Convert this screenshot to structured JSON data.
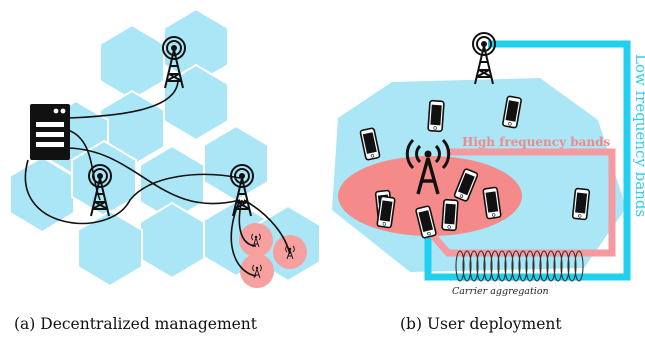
{
  "left_panel": {
    "caption": "(a) Decentralized management",
    "icons": [
      "server-icon",
      "cell-tower-icon",
      "small-cell-icon"
    ]
  },
  "right_panel": {
    "caption": "(b) User deployment",
    "high_band_label": "High frequency bands",
    "low_band_label": "Low frequency bands",
    "carrier_label": "Carrier aggregation",
    "icons": [
      "cell-tower-icon",
      "small-cell-antenna-icon",
      "smartphone-icon"
    ]
  },
  "colors": {
    "cell": "#aae6f5",
    "high_band": "#f58a8a",
    "low_band": "#20d0ee",
    "ink": "#111111"
  }
}
